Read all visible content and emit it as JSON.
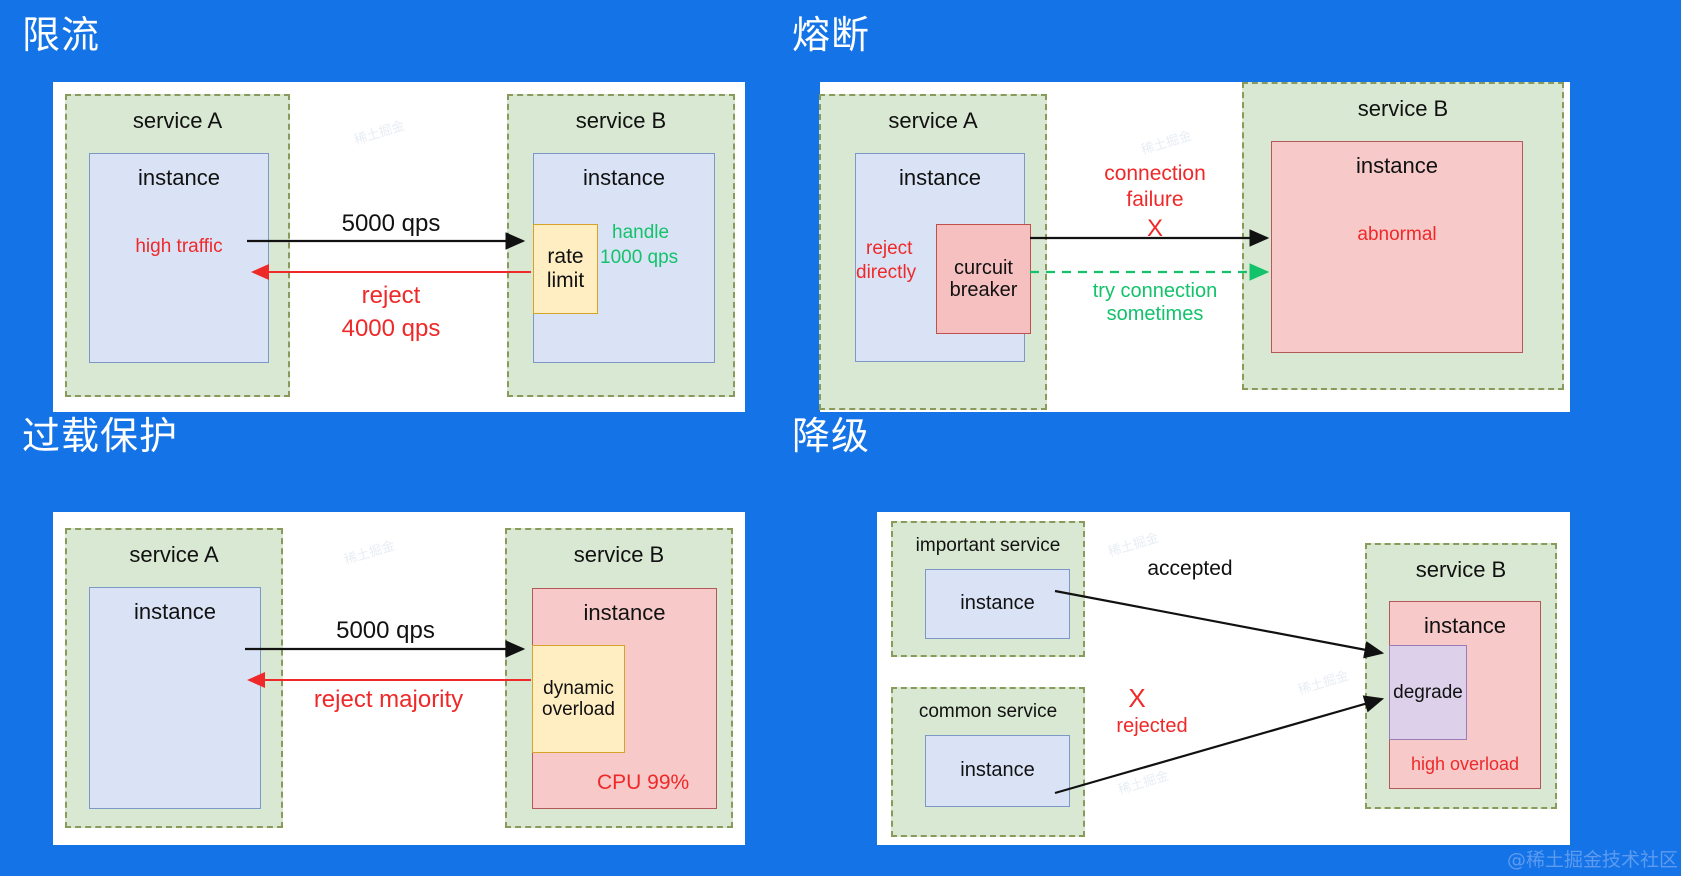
{
  "page": {
    "background_color": "#1473e6",
    "watermark": "@稀土掘金技术社区",
    "watermark_tile": "稀土掘金"
  },
  "panels": [
    {
      "id": "rate-limiting",
      "title": "限流",
      "left_service": {
        "label": "service A",
        "instance_label": "instance",
        "instance_note": "high traffic"
      },
      "right_service": {
        "label": "service B",
        "instance_label": "instance",
        "inner_box": "rate\nlimit",
        "inner_box_line1": "rate",
        "inner_box_line2": "limit",
        "note_line1": "handle",
        "note_line2": "1000 qps"
      },
      "arrows": {
        "forward_label": "5000 qps",
        "back_label_line1": "reject",
        "back_label_line2": "4000 qps"
      }
    },
    {
      "id": "circuit-breaking",
      "title": "熔断",
      "left_service": {
        "label": "service A",
        "instance_label": "instance",
        "instance_note_line1": "reject",
        "instance_note_line2": "directly",
        "inner_box_line1": "curcuit",
        "inner_box_line2": "breaker"
      },
      "right_service": {
        "label": "service B",
        "instance_label": "instance",
        "instance_note": "abnormal"
      },
      "arrows": {
        "failure_label_line1": "connection",
        "failure_label_line2": "failure",
        "failure_mark": "X",
        "retry_label_line1": "try connection",
        "retry_label_line2": "sometimes"
      }
    },
    {
      "id": "overload-protection",
      "title": "过载保护",
      "left_service": {
        "label": "service A",
        "instance_label": "instance"
      },
      "right_service": {
        "label": "service B",
        "instance_label": "instance",
        "inner_box_line1": "dynamic",
        "inner_box_line2": "overload",
        "status": "CPU 99%"
      },
      "arrows": {
        "forward_label": "5000 qps",
        "back_label": "reject majority"
      }
    },
    {
      "id": "degradation",
      "title": "降级",
      "important_service": {
        "label": "important service",
        "instance_label": "instance"
      },
      "common_service": {
        "label": "common service",
        "instance_label": "instance"
      },
      "right_service": {
        "label": "service B",
        "instance_label": "instance",
        "inner_box": "degrade",
        "status": "high overload"
      },
      "arrows": {
        "accepted_label": "accepted",
        "rejected_mark": "X",
        "rejected_label": "rejected"
      }
    }
  ],
  "colors": {
    "background": "#1473e6",
    "service_fill": "#d9e8d2",
    "service_border": "#8a9a5b",
    "instance_blue_fill": "#dae3f6",
    "instance_blue_border": "#7d97c6",
    "instance_red_fill": "#f7c9c9",
    "instance_red_border": "#b4595a",
    "yellow_fill": "#ffeec2",
    "yellow_border": "#d6a227",
    "purple_fill": "#ddd0ea",
    "purple_border": "#9b7cb8",
    "red_text": "#ef2929",
    "green_text": "#13c26b",
    "black_text": "#111111"
  }
}
